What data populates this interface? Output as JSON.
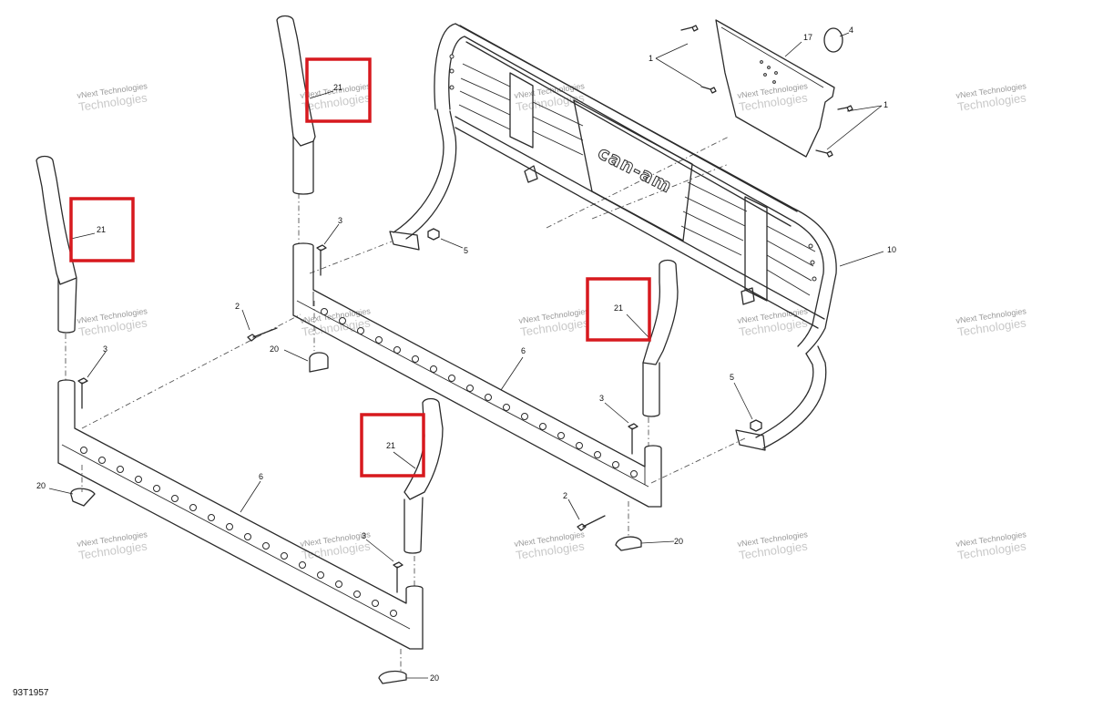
{
  "diagram": {
    "code": "93T1957",
    "brand_logo": "can-am",
    "watermark": {
      "line1": "vNext Technologies",
      "line2": "Technologies"
    },
    "callouts": [
      {
        "id": "c1a",
        "label": "1"
      },
      {
        "id": "c1b",
        "label": "1"
      },
      {
        "id": "c2a",
        "label": "2"
      },
      {
        "id": "c2b",
        "label": "2"
      },
      {
        "id": "c3a",
        "label": "3"
      },
      {
        "id": "c3b",
        "label": "3"
      },
      {
        "id": "c3c",
        "label": "3"
      },
      {
        "id": "c3d",
        "label": "3"
      },
      {
        "id": "c4",
        "label": "4"
      },
      {
        "id": "c5a",
        "label": "5"
      },
      {
        "id": "c5b",
        "label": "5"
      },
      {
        "id": "c6a",
        "label": "6"
      },
      {
        "id": "c6b",
        "label": "6"
      },
      {
        "id": "c10",
        "label": "10"
      },
      {
        "id": "c17",
        "label": "17"
      },
      {
        "id": "c20a",
        "label": "20"
      },
      {
        "id": "c20b",
        "label": "20"
      },
      {
        "id": "c20c",
        "label": "20"
      },
      {
        "id": "c20d",
        "label": "20"
      },
      {
        "id": "c21a",
        "label": "21"
      },
      {
        "id": "c21b",
        "label": "21"
      },
      {
        "id": "c21c",
        "label": "21"
      },
      {
        "id": "c21d",
        "label": "21"
      }
    ],
    "highlight_color": "#d7191e",
    "line_color": "#2b2b2b"
  }
}
